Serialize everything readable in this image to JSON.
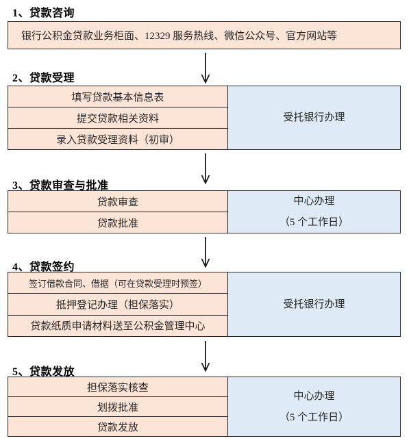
{
  "colors": {
    "step_fill": "#FCE4D6",
    "handler_fill": "#DEEAF6",
    "border": "#262626",
    "arrow": "#1a1a1a",
    "background": "#ffffff"
  },
  "sections": [
    {
      "title": "1、贷款咨询",
      "steps": [
        "银行公积金贷款业务柜面、12329 服务热线、微信公众号、官方网站等"
      ]
    },
    {
      "title": "2、贷款受理",
      "steps": [
        "填写贷款基本信息表",
        "提交贷款相关资料",
        "录入贷款受理资料（初审）"
      ],
      "handler": [
        "受托银行办理"
      ]
    },
    {
      "title": "3、贷款审查与批准",
      "steps": [
        "贷款审查",
        "贷款批准"
      ],
      "handler": [
        "中心办理",
        "（5 个工作日）"
      ]
    },
    {
      "title": "4、贷款签约",
      "steps": [
        "签订借款合同、借据（可在贷款受理时预签）",
        "抵押登记办理（担保落实）",
        "贷款纸质申请材料送至公积金管理中心"
      ],
      "handler": [
        "受托银行办理"
      ]
    },
    {
      "title": "5、贷款发放",
      "steps": [
        "担保落实核查",
        "划拨批准",
        "贷款发放"
      ],
      "handler": [
        "中心办理",
        "（5 个工作日）"
      ]
    }
  ]
}
